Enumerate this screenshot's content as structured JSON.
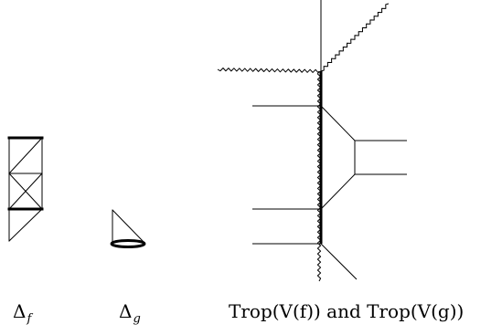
{
  "captions": {
    "delta_f": {
      "symbol": "Δ",
      "subscript": "f"
    },
    "delta_g": {
      "symbol": "Δ",
      "subscript": "g"
    },
    "trop": "Trop(V(f)) and Trop(V(g))"
  },
  "colors": {
    "line": "#000000",
    "background": "#ffffff"
  }
}
